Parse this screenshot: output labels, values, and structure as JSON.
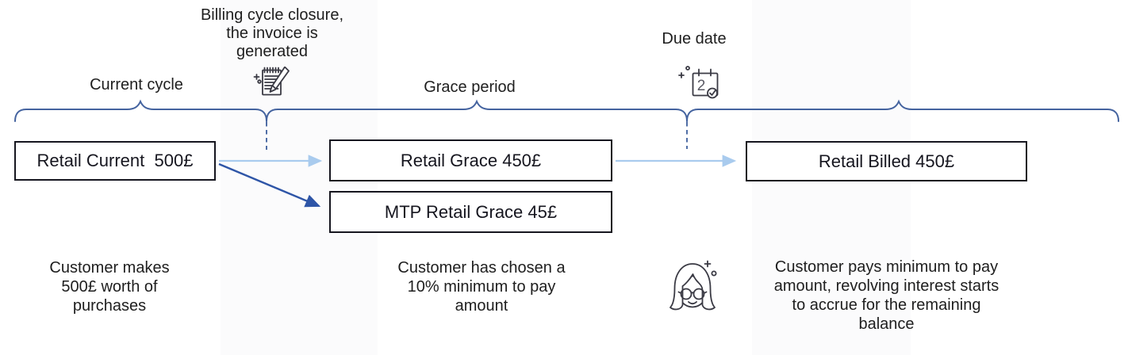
{
  "colors": {
    "brace": "#44639f",
    "arrow_light": "#a9cbee",
    "arrow_dark": "#2e55a7",
    "divider_dash": "#3d5e9c",
    "box_border": "#16161f",
    "text": "#1e1e1e",
    "icon_stroke": "#3a3a44"
  },
  "timeline": {
    "segments": [
      {
        "label": "Current cycle"
      },
      {
        "label": "Grace period"
      }
    ],
    "events": [
      {
        "label": "Billing cycle closure, the invoice is generated",
        "icon": "invoice-note-icon"
      },
      {
        "label": "Due date",
        "icon": "calendar-check-icon",
        "calendar_day": "2"
      }
    ]
  },
  "flow": {
    "boxes": [
      {
        "label": "Retail Current  500£"
      },
      {
        "label": "Retail Grace 450£"
      },
      {
        "label": "MTP Retail Grace 45£"
      },
      {
        "label": "Retail Billed 450£"
      }
    ]
  },
  "notes": [
    {
      "text": "Customer makes 500£ worth of purchases"
    },
    {
      "text": "Customer has chosen a 10% minimum to pay amount"
    },
    {
      "text": "Customer pays minimum to pay amount, revolving interest starts to accrue for the remaining balance"
    }
  ]
}
